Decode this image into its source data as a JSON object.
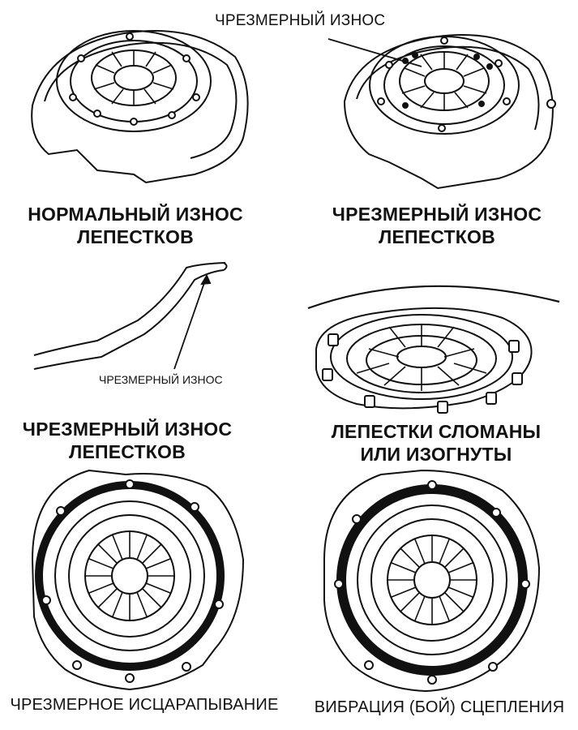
{
  "labels": {
    "top_callout": "ЧРЕЗМЕРНЫЙ ИЗНОС",
    "panel1_line1": "НОРМАЛЬНЫЙ ИЗНОС",
    "panel1_line2": "ЛЕПЕСТКОВ",
    "panel2_line1": "ЧРЕЗМЕРНЫЙ ИЗНОС",
    "panel2_line2": "ЛЕПЕСТКОВ",
    "finger_callout": "ЧРЕЗМЕРНЫЙ ИЗНОС",
    "panel3_line1": "ЧРЕЗМЕРНЫЙ ИЗНОС",
    "panel3_line2": "ЛЕПЕСТКОВ",
    "panel4_line1": "ЛЕПЕСТКИ СЛОМАНЫ",
    "panel4_line2": "ИЛИ ИЗОГНУТЫ",
    "panel5": "ЧРЕЗМЕРНОЕ ИСЦАРАПЫВАНИЕ",
    "panel6": "ВИБРАЦИЯ (БОЙ) СЦЕПЛЕНИЯ"
  },
  "colors": {
    "ink": "#111111",
    "paper": "#ffffff"
  }
}
